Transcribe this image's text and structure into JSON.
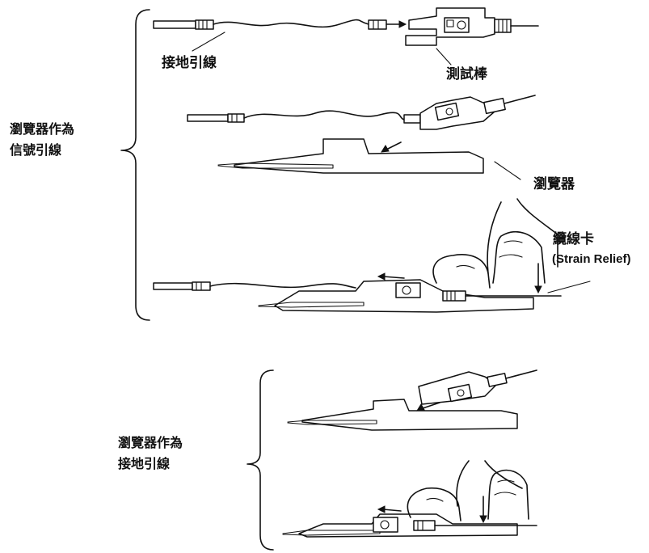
{
  "labels": {
    "ground_lead": "接地引線",
    "probe": "測試棒",
    "signal_group_line1": "瀏覽器作為",
    "signal_group_line2": "信號引線",
    "browser": "瀏覽器",
    "strain_relief_zh": "纜線卡",
    "strain_relief_en": "(Strain Relief)",
    "ground_group_line1": "瀏覽器作為",
    "ground_group_line2": "接地引線"
  }
}
